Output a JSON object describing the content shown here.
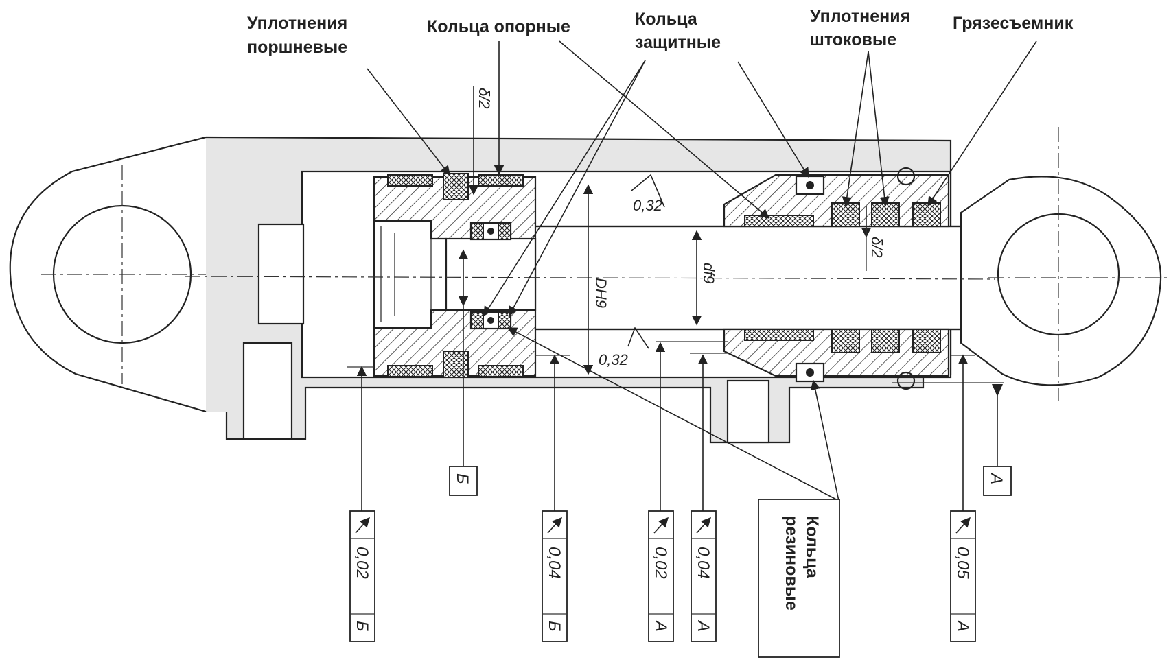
{
  "labels": {
    "piston_seals_l1": "Уплотнения",
    "piston_seals_l2": "поршневые",
    "support_rings": "Кольца опорные",
    "protective_rings_l1": "Кольца",
    "protective_rings_l2": "защитные",
    "rod_seals_l1": "Уплотнения",
    "rod_seals_l2": "штоковые",
    "wiper": "Грязесъемник",
    "rubber_rings_l1": "Кольца",
    "rubber_rings_l2": "резиновые"
  },
  "dimensions": {
    "delta_half_top": "δ/2",
    "delta_half_right": "δ/2",
    "bore_fit": "DH9",
    "rod_fit": "df9",
    "roughness_top": "0,32",
    "roughness_bottom": "0,32"
  },
  "datums": {
    "b": "Б",
    "a": "А"
  },
  "tolerances": [
    {
      "value": "0,02",
      "datum": "Б"
    },
    {
      "value": "0,04",
      "datum": "Б"
    },
    {
      "value": "0,02",
      "datum": "А"
    },
    {
      "value": "0,04",
      "datum": "А"
    },
    {
      "value": "0,05",
      "datum": "А"
    }
  ],
  "colors": {
    "line": "#222222",
    "body_fill": "#e6e6e6"
  }
}
